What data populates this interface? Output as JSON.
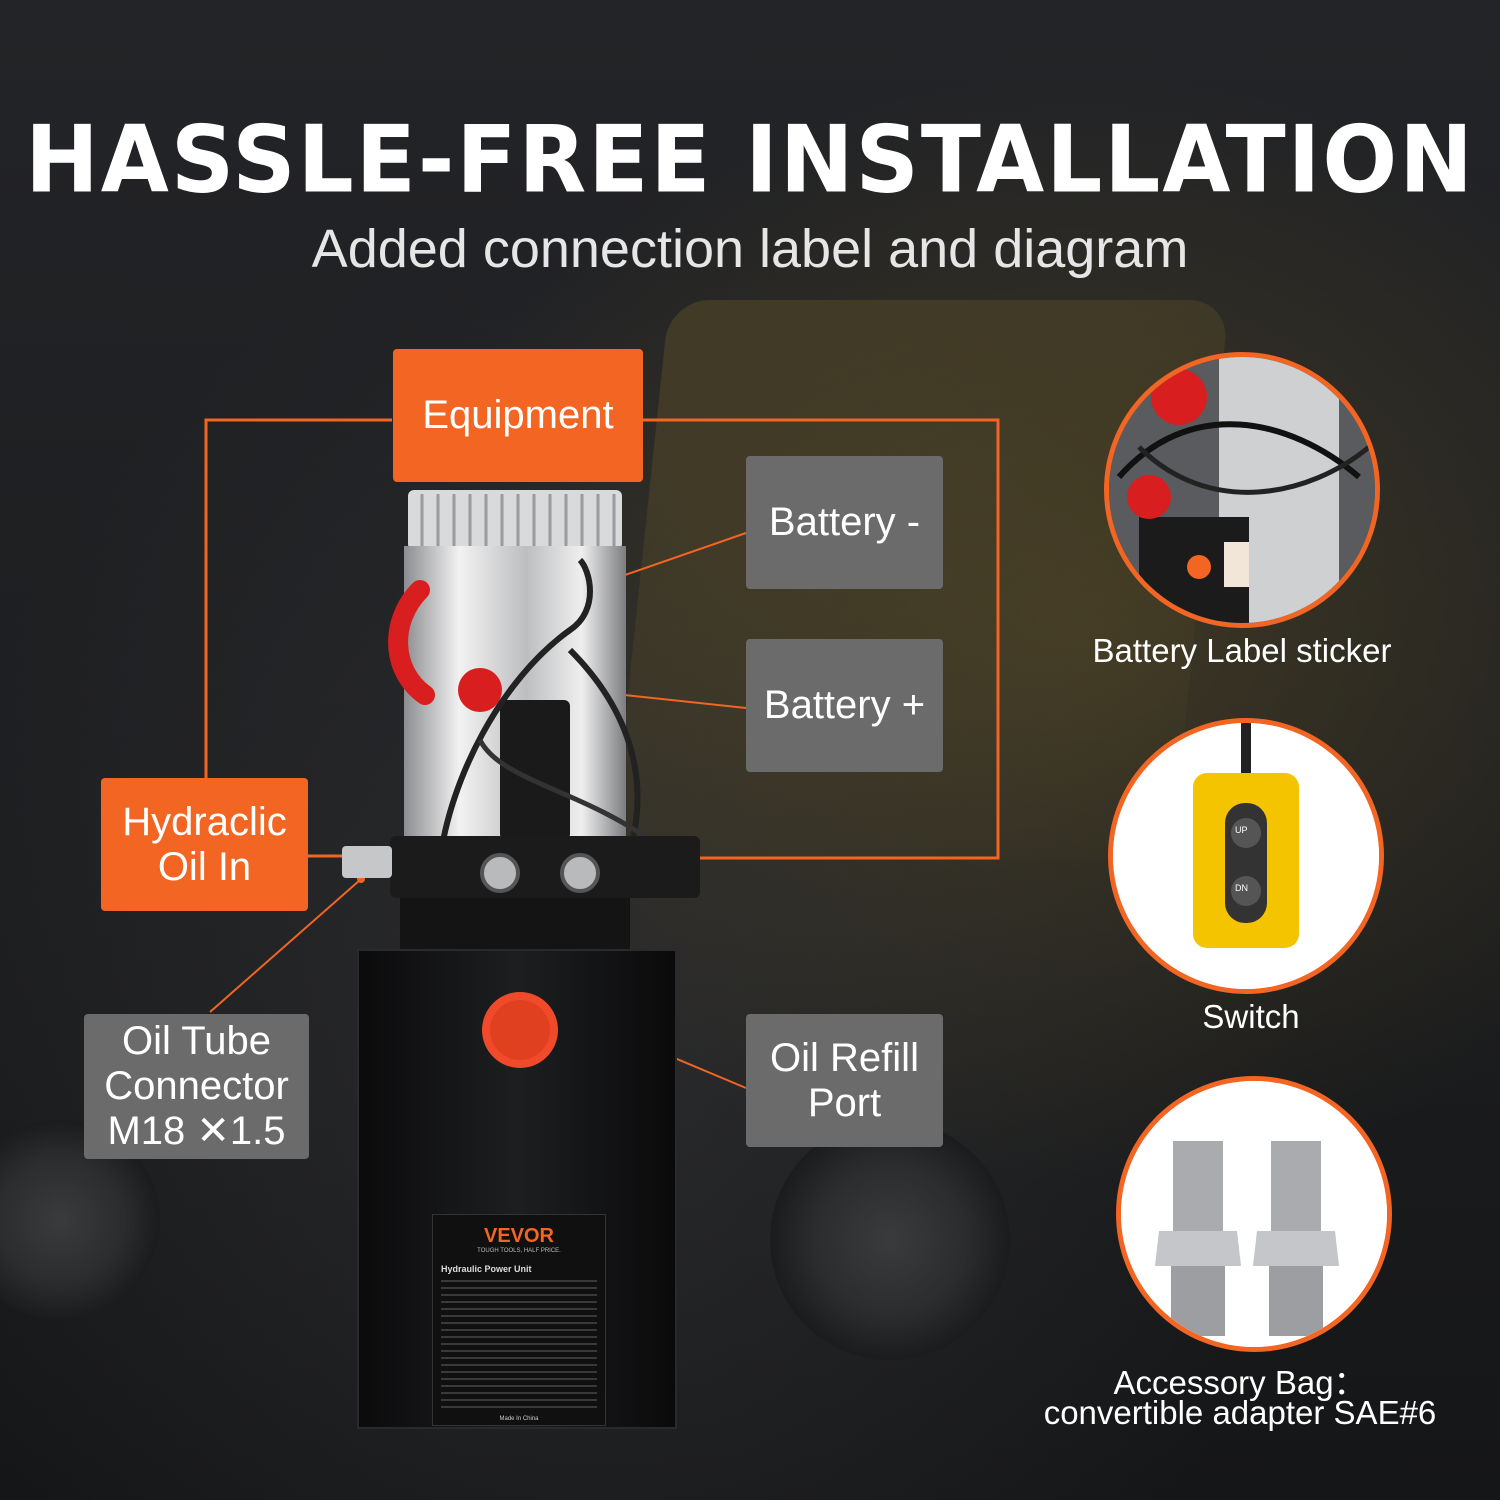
{
  "header": {
    "title": "HASSLE-FREE INSTALLATION",
    "subtitle": "Added connection label and diagram"
  },
  "labels": {
    "equipment": "Equipment",
    "battery_neg": "Battery -",
    "battery_pos": "Battery +",
    "hydraulic_in_line1": "Hydraclic",
    "hydraulic_in_line2": "Oil In",
    "oil_tube_line1": "Oil Tube",
    "oil_tube_line2": "Connector",
    "oil_tube_line3": "M18 ✕1.5",
    "oil_refill_line1": "Oil Refill",
    "oil_refill_line2": "Port"
  },
  "side_features": [
    {
      "caption": "Battery Label sticker"
    },
    {
      "caption": "Switch"
    },
    {
      "caption_line1": "Accessory Bag：",
      "caption_line2": "convertible adapter SAE#6"
    }
  ],
  "nameplate": {
    "brand": "VEVOR",
    "tagline": "TOUGH TOOLS, HALF PRICE.",
    "product": "Hydraulic Power Unit",
    "footer": "Made In China"
  },
  "switch_buttons": {
    "up": "UP",
    "down": "DN"
  },
  "colors": {
    "accent": "#f26522",
    "label_gray": "#6b6b6b",
    "background": "#1e1f21"
  }
}
